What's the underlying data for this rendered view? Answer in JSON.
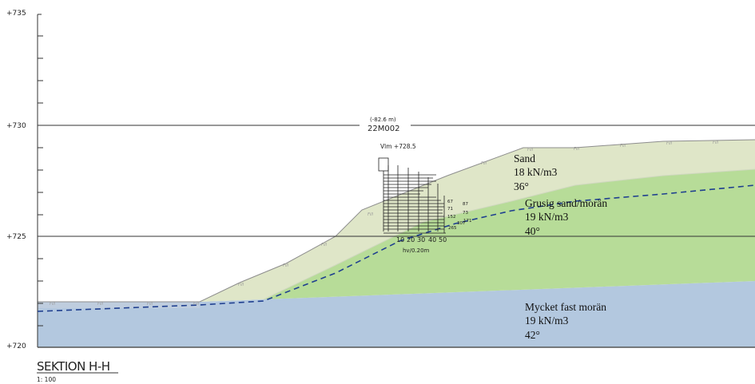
{
  "elevations": [
    "+735",
    "+730",
    "+725",
    "+720"
  ],
  "borehole": {
    "chainage": "(-82.6 m)",
    "id": "22M002",
    "water_level": "Vlm +728.5",
    "right_values": [
      "67",
      "71",
      "152",
      "307"
    ],
    "right_values2": [
      "87",
      "73",
      "171"
    ],
    "bottom_value": "265",
    "axis_values": [
      "10",
      "20",
      "30",
      "40",
      "50"
    ],
    "axis_unit": "hv/0.20m"
  },
  "layers": [
    {
      "name": "Sand",
      "weight": "18 kN/m3",
      "angle": "36°",
      "color": "#dfe6c8"
    },
    {
      "name": "Grusig sand/morän",
      "weight": "19 kN/m3",
      "angle": "40°",
      "color": "#b7dc98"
    },
    {
      "name": "Mycket fast morän",
      "weight": "19 kN/m3",
      "angle": "42°",
      "color": "#b3c8df"
    }
  ],
  "groundwater_color": "#1f3f8f",
  "section": {
    "title": "SEKTION H-H",
    "scale": "1: 100"
  }
}
